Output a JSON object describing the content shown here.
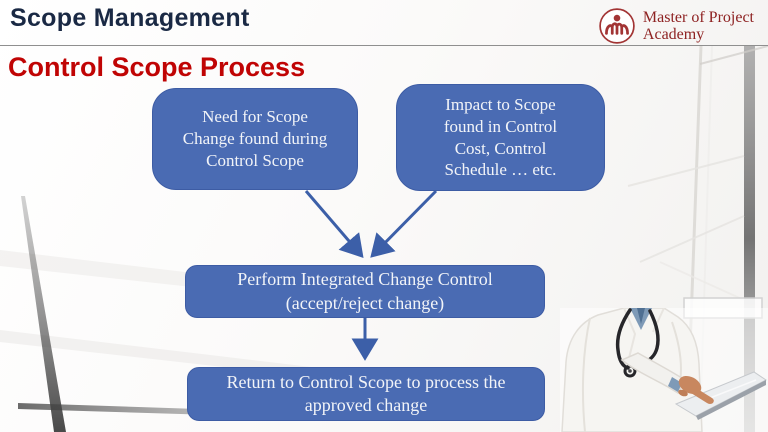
{
  "header": {
    "title": "Scope Management"
  },
  "logo": {
    "line1": "Master of Project",
    "line2": "Academy"
  },
  "heading": {
    "title": "Control Scope Process"
  },
  "flowchart": {
    "nodes": [
      {
        "id": "need-for-change",
        "text": "Need for Scope Change found during Control Scope",
        "lines": [
          "Need for Scope",
          "Change found during",
          "Control Scope"
        ]
      },
      {
        "id": "impact-to-scope",
        "text": "Impact to Scope found in Control Cost, Control Schedule … etc.",
        "lines": [
          "Impact to Scope",
          "found in Control",
          "Cost, Control",
          "Schedule … etc."
        ]
      },
      {
        "id": "perform-integrated-change-control",
        "text": "Perform Integrated Change Control (accept/reject change)",
        "lines": [
          "Perform Integrated Change Control",
          "(accept/reject change)"
        ]
      },
      {
        "id": "return-to-control-scope",
        "text": "Return to Control Scope to process the approved change",
        "lines": [
          "Return to Control Scope to process the",
          "approved change"
        ]
      }
    ]
  },
  "colors": {
    "box-blue": "#4a6bb3",
    "box-border": "#3d5ca4",
    "arrow-blue": "#3c5fa8",
    "title-red": "#c00404",
    "header-navy": "#1a2944",
    "logo-red": "#8e2222"
  }
}
